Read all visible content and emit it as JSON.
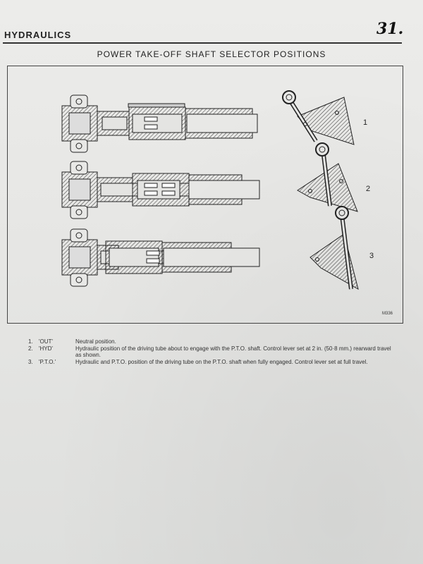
{
  "header": {
    "section": "HYDRAULICS",
    "page_number": "31."
  },
  "figure": {
    "title": "POWER TAKE-OFF SHAFT SELECTOR POSITIONS",
    "code": "M336",
    "position_labels": [
      "1",
      "2",
      "3"
    ]
  },
  "captions": [
    {
      "num": "1.",
      "code": "'OUT'",
      "text": "Neutral position."
    },
    {
      "num": "2.",
      "code": "'HYD'",
      "text": "Hydraulic position of the driving tube about to engage with the P.T.O. shaft. Control lever set at 2 in. (50·8 mm.) rearward travel as shown."
    },
    {
      "num": "3.",
      "code": "'P.T.O.'",
      "text": "Hydraulic and P.T.O. position of the driving tube on the P.T.O. shaft when fully engaged. Control lever set at full travel."
    }
  ]
}
